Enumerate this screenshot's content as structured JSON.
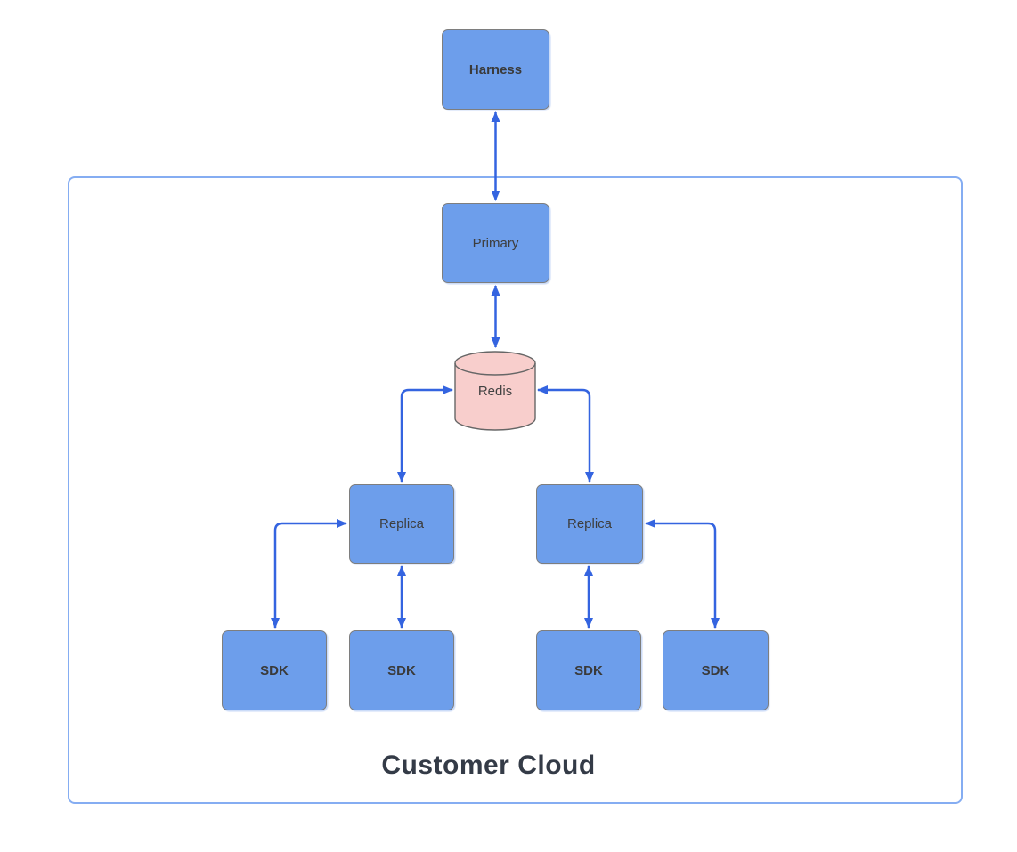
{
  "diagram": {
    "type": "architecture-topology",
    "container": {
      "label": "Customer Cloud"
    },
    "nodes": {
      "harness": {
        "label": "Harness",
        "shape": "rounded-box",
        "emphasis": "bold"
      },
      "primary": {
        "label": "Primary",
        "shape": "rounded-box",
        "emphasis": "regular"
      },
      "redis": {
        "label": "Redis",
        "shape": "cylinder",
        "emphasis": "regular"
      },
      "replica_left": {
        "label": "Replica",
        "shape": "rounded-box",
        "emphasis": "regular"
      },
      "replica_right": {
        "label": "Replica",
        "shape": "rounded-box",
        "emphasis": "regular"
      },
      "sdk1": {
        "label": "SDK",
        "shape": "rounded-box",
        "emphasis": "bold"
      },
      "sdk2": {
        "label": "SDK",
        "shape": "rounded-box",
        "emphasis": "bold"
      },
      "sdk3": {
        "label": "SDK",
        "shape": "rounded-box",
        "emphasis": "bold"
      },
      "sdk4": {
        "label": "SDK",
        "shape": "rounded-box",
        "emphasis": "bold"
      }
    },
    "edges": [
      {
        "from": "harness",
        "to": "primary",
        "bidirectional": true,
        "route": "straight-vertical"
      },
      {
        "from": "primary",
        "to": "redis",
        "bidirectional": true,
        "route": "straight-vertical"
      },
      {
        "from": "redis",
        "to": "replica_left",
        "bidirectional": true,
        "route": "elbow-left-down"
      },
      {
        "from": "redis",
        "to": "replica_right",
        "bidirectional": true,
        "route": "elbow-right-down"
      },
      {
        "from": "replica_left",
        "to": "sdk1",
        "bidirectional": true,
        "route": "elbow-left-down"
      },
      {
        "from": "replica_left",
        "to": "sdk2",
        "bidirectional": true,
        "route": "straight-vertical"
      },
      {
        "from": "replica_right",
        "to": "sdk3",
        "bidirectional": true,
        "route": "straight-vertical"
      },
      {
        "from": "replica_right",
        "to": "sdk4",
        "bidirectional": true,
        "route": "elbow-right-down"
      }
    ],
    "colors": {
      "node_fill": "#6D9EEB",
      "node_border": "#7E7E7E",
      "redis_fill": "#F8CECC",
      "redis_border": "#666666",
      "arrow": "#3464E0",
      "container_border": "#85ADF2",
      "node_label_text": "#3D3D3D",
      "title_text": "#343B47",
      "background": "#FFFFFF"
    }
  }
}
